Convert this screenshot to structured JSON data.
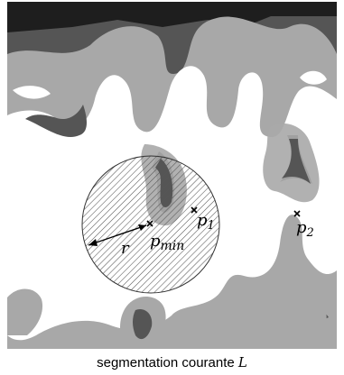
{
  "labels": {
    "r": "r",
    "p_min_base": "p",
    "p_min_sub": "min",
    "p1_base": "p",
    "p1_sub": "1",
    "p2_base": "p",
    "p2_sub": "2"
  },
  "caption": {
    "text": "segmentation courante ",
    "math": "L"
  },
  "colors": {
    "background_white": "#ffffff",
    "gray_matter": "#a8a8a8",
    "dark_region": "#555555",
    "very_dark": "#1e1e1e",
    "hatch": "#555555"
  },
  "icons": {
    "point_marker": "cross-marker",
    "radius_arrow": "double-headed-arrow"
  }
}
